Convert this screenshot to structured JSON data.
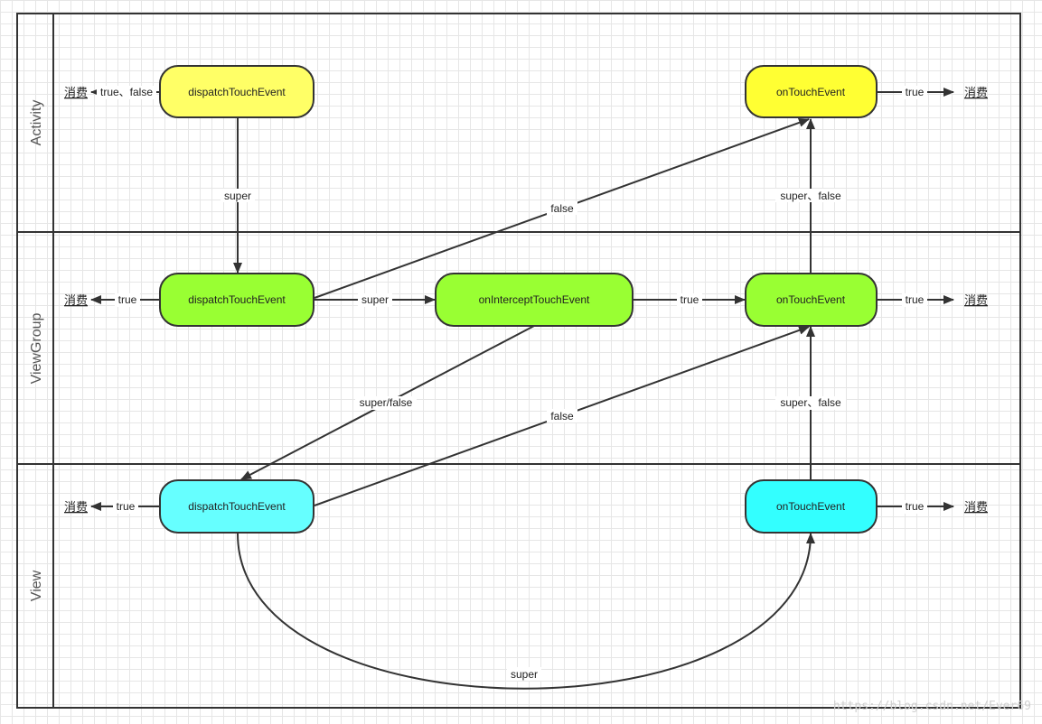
{
  "colors": {
    "activity_node": "#ffff66",
    "activity_node_alt": "#ffff33",
    "viewgroup_node": "#99ff33",
    "view_node": "#66ffff",
    "view_node_alt": "#33ffff",
    "line": "#333333"
  },
  "lanes": [
    {
      "id": "activity",
      "label": "Activity"
    },
    {
      "id": "viewgroup",
      "label": "ViewGroup"
    },
    {
      "id": "view",
      "label": "View"
    }
  ],
  "nodes": {
    "act_dispatch": "dispatchTouchEvent",
    "act_touch": "onTouchEvent",
    "vg_dispatch": "dispatchTouchEvent",
    "vg_intercept": "onInterceptTouchEvent",
    "vg_touch": "onTouchEvent",
    "v_dispatch": "dispatchTouchEvent",
    "v_touch": "onTouchEvent"
  },
  "consume_label": "消费",
  "edge_labels": {
    "act_dispatch_out": "true、false",
    "act_touch_out": "true",
    "act_dispatch_to_vg": "super",
    "vg_touch_to_act": "super、false",
    "vg_dispatch_to_act_touch": "false",
    "vg_dispatch_out": "true",
    "vg_dispatch_to_intercept": "super",
    "intercept_to_vg_touch": "true",
    "vg_touch_out": "true",
    "intercept_to_view": "super/false",
    "v_dispatch_to_vg_touch": "false",
    "v_touch_to_vg": "super、false",
    "v_dispatch_out": "true",
    "v_touch_out": "true",
    "v_dispatch_to_touch": "super"
  },
  "watermark": "https://blog.csdn.net/Ever69"
}
